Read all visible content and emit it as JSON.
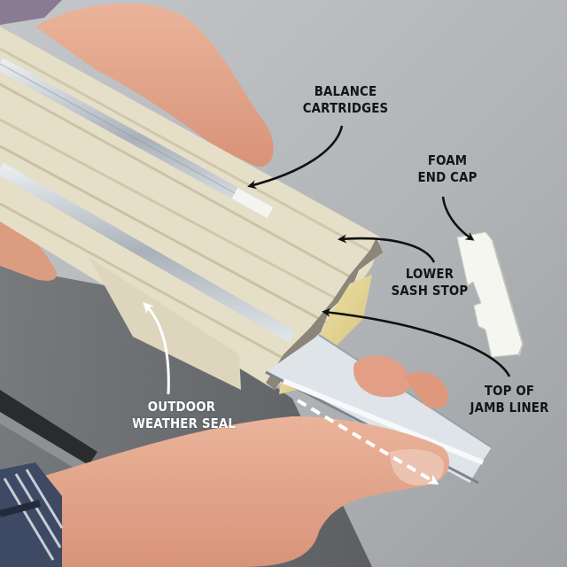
{
  "image": {
    "description": "Annotated how-to photo: hands holding a vinyl window jamb liner assembly with balance cartridges, removing a metal jamb liner; foam end cap lying on gray work surface",
    "colors": {
      "background_gray": "#b9bcbf",
      "floor_dark": "#5e6164",
      "vinyl_cream": "#e8e2cd",
      "metal_silver": "#c9ced4",
      "skin": "#e3a487",
      "foam_white": "#f7f7f2",
      "foam_yellow": "#e8d99a",
      "label_dark": "#141414",
      "label_light": "#ffffff"
    }
  },
  "labels": [
    {
      "id": "balance-cartridges",
      "lines": [
        "BALANCE",
        "CARTRIDGES"
      ],
      "color": "dark"
    },
    {
      "id": "foam-end-cap",
      "lines": [
        "FOAM",
        "END CAP"
      ],
      "color": "dark"
    },
    {
      "id": "lower-sash-stop",
      "lines": [
        "LOWER",
        "SASH STOP"
      ],
      "color": "dark"
    },
    {
      "id": "top-of-jamb-liner",
      "lines": [
        "TOP OF",
        "JAMB LINER"
      ],
      "color": "dark"
    },
    {
      "id": "outdoor-weather-seal",
      "lines": [
        "OUTDOOR",
        "WEATHER SEAL"
      ],
      "color": "light"
    }
  ],
  "direction_indicator": {
    "style": "white dashed arrow",
    "meaning": "slide jamb liner out"
  }
}
